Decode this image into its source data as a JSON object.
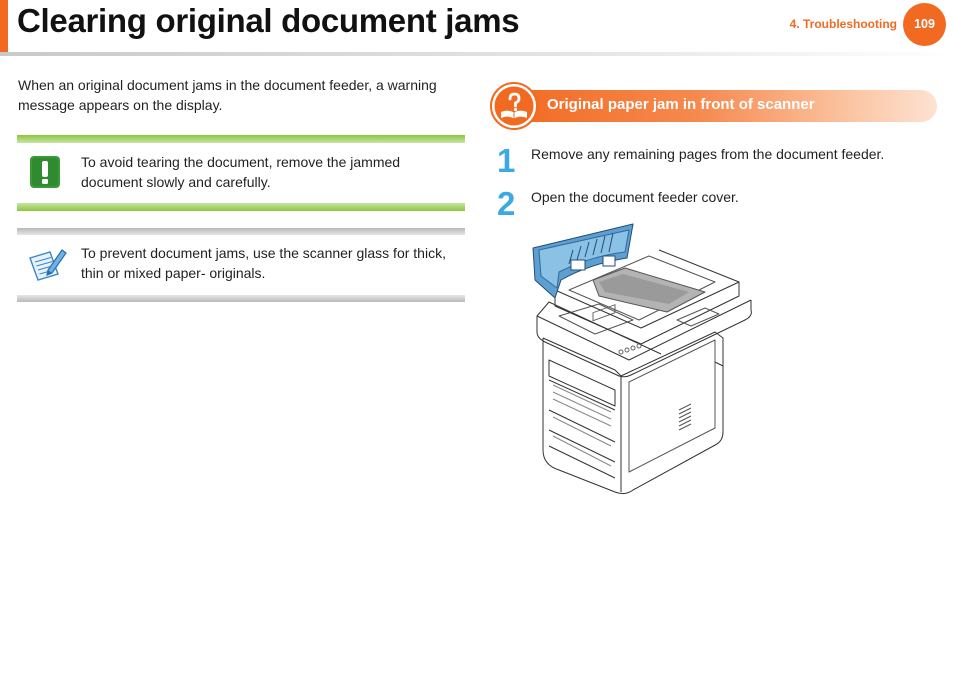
{
  "header": {
    "title": "Clearing original document jams",
    "chapter": "4.  Troubleshooting",
    "page_number": "109",
    "accent_color": "#f26a22"
  },
  "intro": "When an original document jams in the document feeder, a warning message appears on the display.",
  "warning": {
    "icon": "exclamation-icon",
    "color": "#3a9a3a",
    "text": "To avoid tearing the document, remove the jammed document slowly and carefully."
  },
  "note": {
    "icon": "note-pencil-icon",
    "text": "To prevent document jams, use the scanner glass for thick, thin or mixed paper- originals."
  },
  "section": {
    "icon": "help-book-icon",
    "title": "Original paper jam in front of scanner"
  },
  "steps": [
    {
      "number": "1",
      "text": "Remove any remaining pages from the document feeder."
    },
    {
      "number": "2",
      "text": "Open the document feeder cover."
    }
  ],
  "step_color": "#3ea8e0"
}
